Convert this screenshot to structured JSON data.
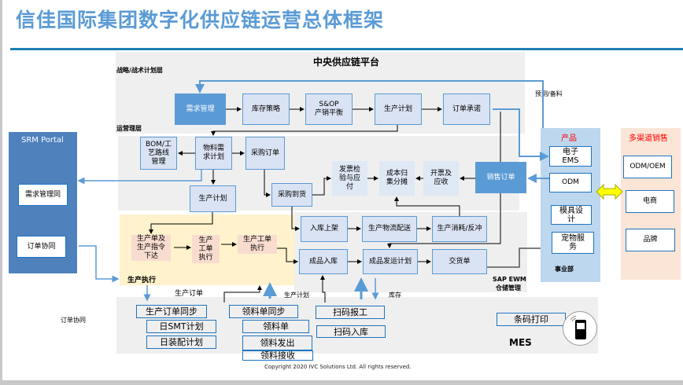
{
  "title": "信佳国际集团数字化供应链运营总体框架",
  "central_platform": {
    "title": "中央供应链平台",
    "layer_strategic": "战略/战术计划层",
    "layer_operations": "运营理层",
    "strategic_boxes": [
      "需求管理",
      "库存策略",
      "S&OP\n产销平衡",
      "生产计划",
      "订单承诺"
    ],
    "ops_boxes": {
      "bom": "BOM/工\n艺路线\n管理",
      "mrp": "物料需\n求计划",
      "purchase_order": "采购订单",
      "production_plan": "生产计划",
      "purchase_receipt": "采购到货",
      "invoice_verify": "发票检\n验与应\n付",
      "cost_alloc": "成本归\n集分摊",
      "billing": "开票及\n应收",
      "sales_order": "销售订单"
    },
    "forecast_label": "预测/备料"
  },
  "production_exec": {
    "label": "生产执行",
    "boxes": [
      "生产单及\n生产指令\n下达",
      "生产\n工单\n执行",
      "生产工单\n执行"
    ]
  },
  "warehouse": {
    "label_line1": "SAP EWM",
    "label_line2": "仓储管理",
    "boxes": [
      "入库上架",
      "生产物流配送",
      "生产消耗/反冲",
      "成品入库",
      "成品发运计划",
      "交货单"
    ]
  },
  "srm": {
    "title": "SRM Portal",
    "items": [
      "需求管理同",
      "订单协同"
    ]
  },
  "business_units": {
    "title": "产品",
    "items": [
      "电子\nEMS",
      "ODM",
      "模具设\n计",
      "宠物服\n务"
    ],
    "footer": "事业部"
  },
  "channels": {
    "title": "多渠道销售",
    "items": [
      "ODM/OEM",
      "电商",
      "品牌"
    ]
  },
  "flow_labels": {
    "order_collab": "订单协同",
    "production_order": "生产订单",
    "production_plan": "生产计划",
    "inventory": "库存"
  },
  "mes": {
    "label": "MES",
    "col1": [
      "生产订单同步",
      "日SMT计划",
      "日装配计划"
    ],
    "col2": [
      "领料单同步",
      "领料单",
      "领料发出",
      "领料接收"
    ],
    "col3": [
      "扫码报工",
      "扫码入库"
    ],
    "barcode": "条码打印",
    "scanner_icon": "barcode-scanner-icon"
  },
  "copyright": "Copyright 2020 IVC Solutions Ltd. All rights reserved.",
  "colors": {
    "title_blue": "#5b9bd5",
    "dark_box": "#5b9bd5",
    "light_box": "#dae3f3",
    "srm_blue": "#4f81bd",
    "bu_panel": "#bdd7ee",
    "channel_panel": "#fbe5d6",
    "exec_panel": "#fff2cc",
    "red_heading": "#ff0000",
    "arrow_yellow": "#ffff00"
  }
}
